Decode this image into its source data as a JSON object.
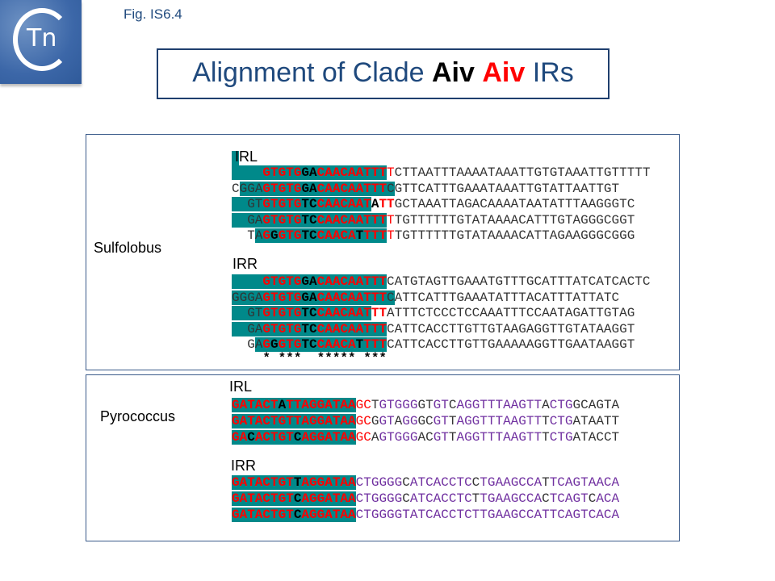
{
  "logo": {
    "letters": "Tn"
  },
  "fig_label": "Fig. IS6.4",
  "title": {
    "part1": "Alignment of Clade ",
    "part2": "Aiv",
    "part3": " ",
    "part4": "Aiv",
    "part5": " IRs",
    "colors": {
      "main": "#1F497D",
      "black": "#000000",
      "red": "#FF0000"
    }
  },
  "colors": {
    "highlight": "#00898A",
    "red": "#FF0000",
    "purple": "#7030A0"
  },
  "sulfolobus": {
    "label": "Sulfolobus",
    "irl_label": "IRL",
    "irr_label": "IRR",
    "conservation": "    * ***  ***** ***",
    "irl": [
      [
        [
          "    ",
          "n",
          1
        ],
        [
          "GTGTG",
          "r",
          1
        ],
        [
          "GA",
          "k",
          1
        ],
        [
          "CAACAATTT",
          "r",
          1
        ],
        [
          "T",
          "rn",
          0
        ],
        [
          "CTTAATTTAAAATAAATTGTGTAAATTGTTTTT",
          "n",
          0
        ]
      ],
      [
        [
          "C",
          "n",
          0
        ],
        [
          "GGA",
          "n",
          1
        ],
        [
          "GTGTG",
          "r",
          1
        ],
        [
          "GA",
          "k",
          1
        ],
        [
          "CAACAATTT",
          "r",
          1
        ],
        [
          "C",
          "n",
          1
        ],
        [
          "GTTCATTTGAAATAAATTGTATTAATTGT",
          "n",
          0
        ]
      ],
      [
        [
          "  ",
          "n",
          1
        ],
        [
          "GT",
          "n",
          1
        ],
        [
          "GTGTG",
          "r",
          1
        ],
        [
          "TC",
          "k",
          1
        ],
        [
          "CAACAAT",
          "r",
          1
        ],
        [
          "A",
          "k",
          0
        ],
        [
          "TT",
          "r",
          0
        ],
        [
          "GCTAAATTAGACAAAATAATATTTAAGGGTC",
          "n",
          0
        ]
      ],
      [
        [
          "  ",
          "n",
          1
        ],
        [
          "GA",
          "n",
          1
        ],
        [
          "GTGTG",
          "r",
          1
        ],
        [
          "TC",
          "k",
          1
        ],
        [
          "CAACAATTT",
          "r",
          1
        ],
        [
          "T",
          "rn",
          0
        ],
        [
          "TGTTTTTTGTATAAAACATTTGTAGGGCGGT",
          "n",
          0
        ]
      ],
      [
        [
          "  T",
          "n",
          0
        ],
        [
          "A",
          "n",
          1
        ],
        [
          "G",
          "r",
          1
        ],
        [
          "G",
          "k",
          1
        ],
        [
          "GTG",
          "r",
          1
        ],
        [
          "TC",
          "k",
          1
        ],
        [
          "CAACA",
          "r",
          1
        ],
        [
          "T",
          "k",
          1
        ],
        [
          "TTT",
          "r",
          1
        ],
        [
          "T",
          "rn",
          0
        ],
        [
          "TGTTTTTTGTATAAAACATTAGAAGGGCGGG",
          "n",
          0
        ]
      ]
    ],
    "irr": [
      [
        [
          "    ",
          "n",
          1
        ],
        [
          "GTGTG",
          "r",
          1
        ],
        [
          "GA",
          "k",
          1
        ],
        [
          "CAACAATTT",
          "r",
          1
        ],
        [
          "CATGTAGTTGAAATGTTTGCATTTATCATCACTC",
          "n",
          0
        ]
      ],
      [
        [
          "GGGA",
          "n",
          1
        ],
        [
          "GTGTG",
          "r",
          1
        ],
        [
          "GA",
          "k",
          1
        ],
        [
          "CAACAATTT",
          "r",
          1
        ],
        [
          "C",
          "n",
          1
        ],
        [
          "ATTCATTTGAAATATTTACATTTATTATC",
          "n",
          0
        ]
      ],
      [
        [
          "  ",
          "n",
          1
        ],
        [
          "GT",
          "n",
          1
        ],
        [
          "GTGTG",
          "r",
          1
        ],
        [
          "TC",
          "k",
          1
        ],
        [
          "CAACAAT",
          "r",
          1
        ],
        [
          "TT",
          "r",
          0
        ],
        [
          "ATTTCTCCCTCCAAATTTCCAATAGATTGTAG",
          "n",
          0
        ]
      ],
      [
        [
          "  ",
          "n",
          1
        ],
        [
          "GA",
          "n",
          1
        ],
        [
          "GTGTG",
          "r",
          1
        ],
        [
          "TC",
          "k",
          1
        ],
        [
          "CAACAATTT",
          "r",
          1
        ],
        [
          "CATTCACCTTGTTGTAAGAGGTTGTATAAGGT",
          "n",
          0
        ]
      ],
      [
        [
          "  G",
          "n",
          0
        ],
        [
          "A",
          "n",
          1
        ],
        [
          "G",
          "r",
          1
        ],
        [
          "G",
          "k",
          1
        ],
        [
          "GTG",
          "r",
          1
        ],
        [
          "TC",
          "k",
          1
        ],
        [
          "CAACA",
          "r",
          1
        ],
        [
          "T",
          "k",
          1
        ],
        [
          "TTT",
          "r",
          1
        ],
        [
          "CATTCACCTTGTTGAAAAAGGTTGAATAAGGT",
          "n",
          0
        ]
      ]
    ]
  },
  "pyrococcus": {
    "label": "Pyrococcus",
    "irl_label": "IRL",
    "irr_label": "IRR",
    "irl": [
      [
        [
          "GATACT",
          "r",
          1
        ],
        [
          "A",
          "k",
          1
        ],
        [
          "TTAGGATAA",
          "r",
          1
        ],
        [
          "GC",
          "rn",
          0
        ],
        [
          "T",
          "n",
          0
        ],
        [
          "GTGGG",
          "p",
          0
        ],
        [
          "GT",
          "n",
          0
        ],
        [
          "GT",
          "p",
          0
        ],
        [
          "C",
          "n",
          0
        ],
        [
          "AGGTTTAAGTT",
          "p",
          0
        ],
        [
          "A",
          "n",
          0
        ],
        [
          "CTG",
          "p",
          0
        ],
        [
          "GCAGTA",
          "n",
          0
        ]
      ],
      [
        [
          "GATACTGTTAGGATAA",
          "r",
          1
        ],
        [
          "GC",
          "rn",
          0
        ],
        [
          "G",
          "n",
          0
        ],
        [
          "GT",
          "p",
          0
        ],
        [
          "A",
          "n",
          0
        ],
        [
          "GG",
          "p",
          0
        ],
        [
          "GC",
          "n",
          0
        ],
        [
          "GT",
          "p",
          0
        ],
        [
          "T",
          "n",
          0
        ],
        [
          "AGGTTTAAGTT",
          "p",
          0
        ],
        [
          "T",
          "n",
          0
        ],
        [
          "CTG",
          "p",
          0
        ],
        [
          "ATAATT",
          "n",
          0
        ]
      ],
      [
        [
          "GA",
          "r",
          1
        ],
        [
          "C",
          "k",
          1
        ],
        [
          "ACTGT",
          "r",
          1
        ],
        [
          "C",
          "k",
          1
        ],
        [
          "AGGATAA",
          "r",
          1
        ],
        [
          "GC",
          "rn",
          0
        ],
        [
          "A",
          "n",
          0
        ],
        [
          "GTGGG",
          "p",
          0
        ],
        [
          "AC",
          "n",
          0
        ],
        [
          "GT",
          "p",
          0
        ],
        [
          "T",
          "n",
          0
        ],
        [
          "AGGTTTAAGTT",
          "p",
          0
        ],
        [
          "T",
          "n",
          0
        ],
        [
          "CTG",
          "p",
          0
        ],
        [
          "ATACCT",
          "n",
          0
        ]
      ]
    ],
    "irr": [
      [
        [
          "GATACTGT",
          "r",
          1
        ],
        [
          "T",
          "k",
          1
        ],
        [
          "AGGATAA",
          "r",
          1
        ],
        [
          "CTGGGG",
          "p",
          0
        ],
        [
          "C",
          "n",
          0
        ],
        [
          "ATCACCTC",
          "p",
          0
        ],
        [
          "C",
          "n",
          0
        ],
        [
          "TGAAGCCA",
          "p",
          0
        ],
        [
          "T",
          "n",
          0
        ],
        [
          "TCAGTAACA",
          "p",
          0
        ]
      ],
      [
        [
          "GATACTGT",
          "r",
          1
        ],
        [
          "C",
          "k",
          1
        ],
        [
          "AGGATAA",
          "r",
          1
        ],
        [
          "CTGGGG",
          "p",
          0
        ],
        [
          "C",
          "n",
          0
        ],
        [
          "ATCACCTC",
          "p",
          0
        ],
        [
          "T",
          "n",
          0
        ],
        [
          "TGAAGCCA",
          "p",
          0
        ],
        [
          "C",
          "n",
          0
        ],
        [
          "TCAGT",
          "p",
          0
        ],
        [
          "C",
          "n",
          0
        ],
        [
          "ACA",
          "p",
          0
        ]
      ],
      [
        [
          "GATACTGT",
          "r",
          1
        ],
        [
          "C",
          "k",
          1
        ],
        [
          "AGGATAA",
          "r",
          1
        ],
        [
          "CTGGGGTATCACCTCTTGAAGCCATTCAGTCACA",
          "p",
          0
        ]
      ]
    ]
  }
}
